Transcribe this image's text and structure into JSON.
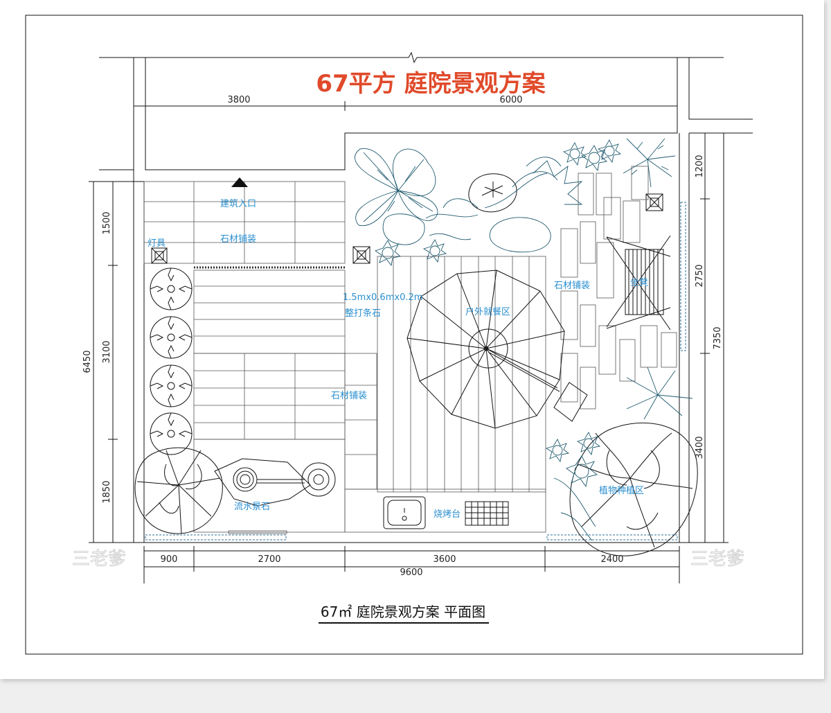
{
  "title": "67平方  庭院景观方案",
  "subtitle": "67㎡  庭院景观方案 平面图",
  "watermark": "三老爹",
  "dimensions": {
    "top": [
      "3800",
      "6000"
    ],
    "left_total": "6450",
    "left_parts": [
      "1500",
      "3100",
      "1850"
    ],
    "right_total": "7350",
    "right_parts": [
      "1200",
      "2750",
      "3400"
    ],
    "bottom_parts": [
      "900",
      "2700",
      "3600",
      "2400"
    ],
    "bottom_total": "9600"
  },
  "labels": {
    "entrance": "建筑入口",
    "stone_paving_1": "石材铺装",
    "lamp": "灯具",
    "stone_spec_1": "1.5mx0.6mx0.2m",
    "stone_spec_2": "整打条石",
    "stone_paving_2": "石材铺装",
    "water_feature": "流水景石",
    "dining": "户外就餐区",
    "stone_paving_3": "石材铺装",
    "bbq": "烧烤台",
    "planting": "植物种植区",
    "bench": "坐凳"
  },
  "colors": {
    "title": "#e04a2a",
    "labels": "#2a8fcf",
    "plants": "#1f5a6e",
    "lines": "#111111"
  }
}
